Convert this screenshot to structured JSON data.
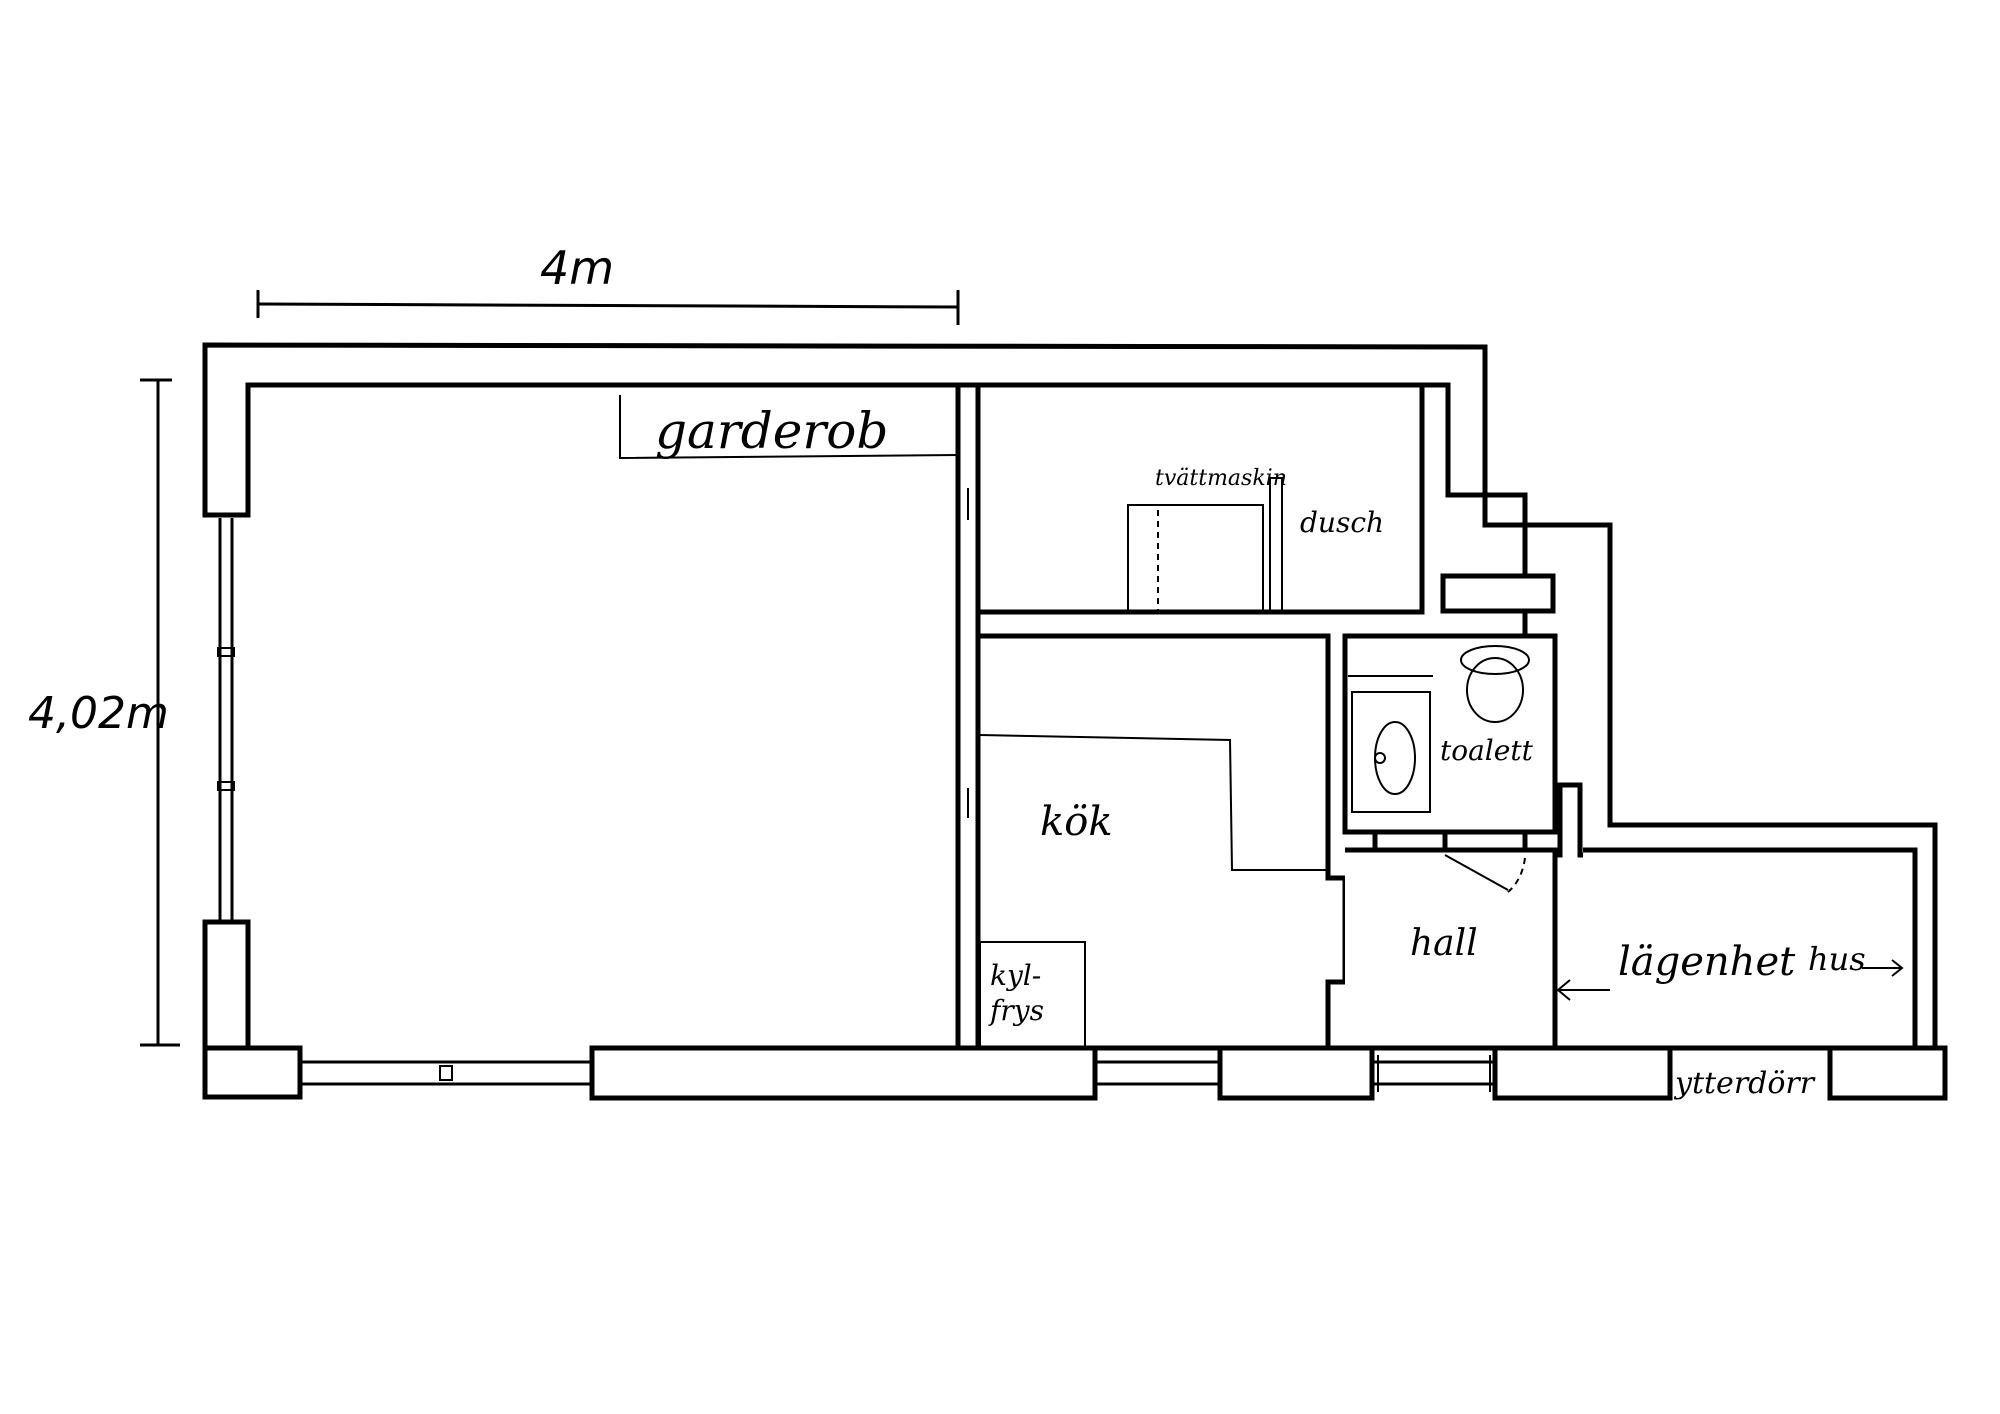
{
  "dimensions": {
    "width_label": "4m",
    "height_label": "4,02m"
  },
  "rooms": {
    "wardrobe": "garderob",
    "washing_machine": "tvättmaskin",
    "shower": "dusch",
    "toilet": "toalett",
    "kitchen": "kök",
    "fridge_line1": "kyl-",
    "fridge_line2": "frys",
    "hall": "hall",
    "apartment": "lägenhet",
    "house": "hus",
    "front_door": "ytterdörr"
  },
  "colors": {
    "line": "#000000",
    "background": "#ffffff"
  }
}
